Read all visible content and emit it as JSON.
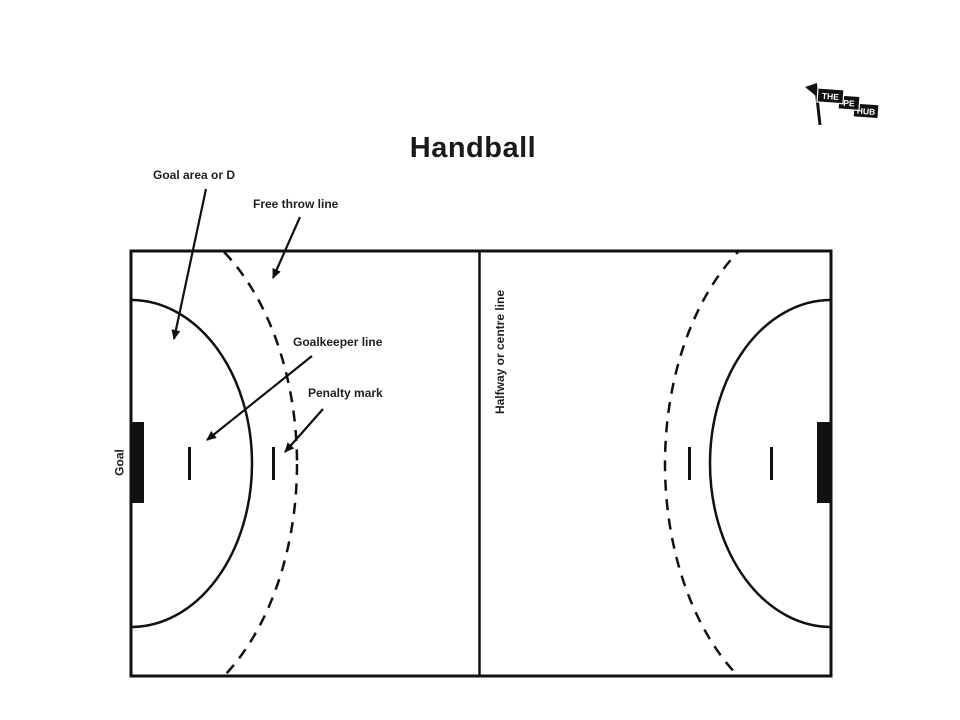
{
  "title": "Handball",
  "logo": {
    "word1": "THE",
    "word2": "PE",
    "word3": "HUB"
  },
  "labels": {
    "goal_area": "Goal area or D",
    "free_throw_line": "Free throw line",
    "goalkeeper_line": "Goalkeeper line",
    "penalty_mark": "Penalty mark",
    "halfway_line": "Halfway or centre line",
    "goal": "Goal"
  },
  "colors": {
    "ink": "#111111",
    "text": "#1f1f1f",
    "background": "#ffffff"
  }
}
